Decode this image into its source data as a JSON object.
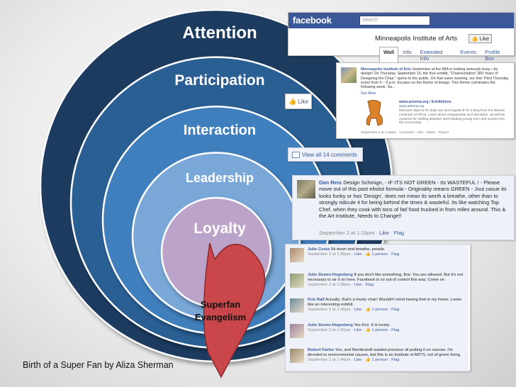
{
  "stages": [
    {
      "label": "Attention",
      "color": "#1f3a5f"
    },
    {
      "label": "Participation",
      "color": "#2c5f94"
    },
    {
      "label": "Interaction",
      "color": "#3f7fbd"
    },
    {
      "label": "Leadership",
      "color": "#78a7d8"
    },
    {
      "label": "Loyalty",
      "color": "#bba3c9"
    }
  ],
  "heart": {
    "label_line1": "Superfan",
    "label_line2": "Evangelism",
    "color": "#c9464a"
  },
  "credit": "Birth of a Super Fan by Aliza Sherman",
  "facebook": {
    "logo": "facebook",
    "search_placeholder": "Search",
    "page_title": "Minneapolis Institute of Arts",
    "like_label": "Like",
    "tabs": [
      "Wall",
      "Info",
      "Extended Info",
      "Events",
      "Profile Box"
    ]
  },
  "post": {
    "author": "Minneapolis Institute of Arts",
    "text": "September at the MIA is looking seriously busy—by design! On Thursday, September 16, the free exhibit, \"Chairevolution! 300 Years of Designing the Chair,\" opens to the public. On that same evening, our free Third Thursday event from 6 – 9 p.m. focuses on the theme of design. This theme culminates the following week, Sa...",
    "see_more": "See More",
    "link_title": "www.artsmia.org / Exhibitions",
    "link_url": "www.artsmia.org",
    "link_desc": "Discover objects for daily use and regalia fit for a king from the diverse continent of Africa. Learn about masquerade and divination, as well as customs for settling disputes and initiating young men and women into the community.",
    "meta": "September 2 at 1:15pm · Comment · Like · Share · Report"
  },
  "like_widget": "Like",
  "comments_link": "View all 14 comments",
  "big_comment": {
    "name": "Dan Reis",
    "text": "Design Schmign, - IF ITS NOT GREEN - Its WASTEFUL ! - Please move out of this past elistist formula - Originality means GREEN - Jsut casue its looks funky or has 'Design', does not mean its worth a breathe, other than to strongly ridicule it for being behind the times & wasteful. Its like watching Top Chef, when they cook with tons of fat/ food trucked in from miles around. This & the Art Institute, Needs to Change!!",
    "time": "September 2 at 1:18pm",
    "like": "Like",
    "flag": "Flag"
  },
  "thread": [
    {
      "name": "Julie Costa",
      "text": "Sit down and breathe, people.",
      "time": "September 2 at 1:35pm",
      "like": "Like",
      "likes": "1 person",
      "flag": "Flag"
    },
    {
      "name": "Julie Stumo-Hegreberg",
      "text": "If you don't like something, fine. You are allowed. But it's not necessary to air it on here. Facebook is so out of control this way. Come on.",
      "time": "September 2 at 1:38pm",
      "like": "Like",
      "likes": "",
      "flag": "Flag"
    },
    {
      "name": "Kris Ralf",
      "text": "Actually, that's a lovely chair! Wouldn't mind having that in my home. Looks like an interesting exhibit.",
      "time": "September 2 at 1:42pm",
      "like": "Like",
      "likes": "1 person",
      "flag": "Flag"
    },
    {
      "name": "Julie Stumo-Hegreberg",
      "text": "Yes Kris. It is lovely.",
      "time": "September 2 at 1:42pm",
      "like": "Like",
      "likes": "1 person",
      "flag": "Flag"
    },
    {
      "name": "Robert Farlee",
      "text": "Yes, and Rembrandt wasted precious oil putting it on canvas. I'm devoted to environmental causes, but this is an Institute of ARTS, not of green living.",
      "time": "September 2 at 1:44pm",
      "like": "Like",
      "likes": "1 person",
      "flag": "Flag"
    }
  ]
}
